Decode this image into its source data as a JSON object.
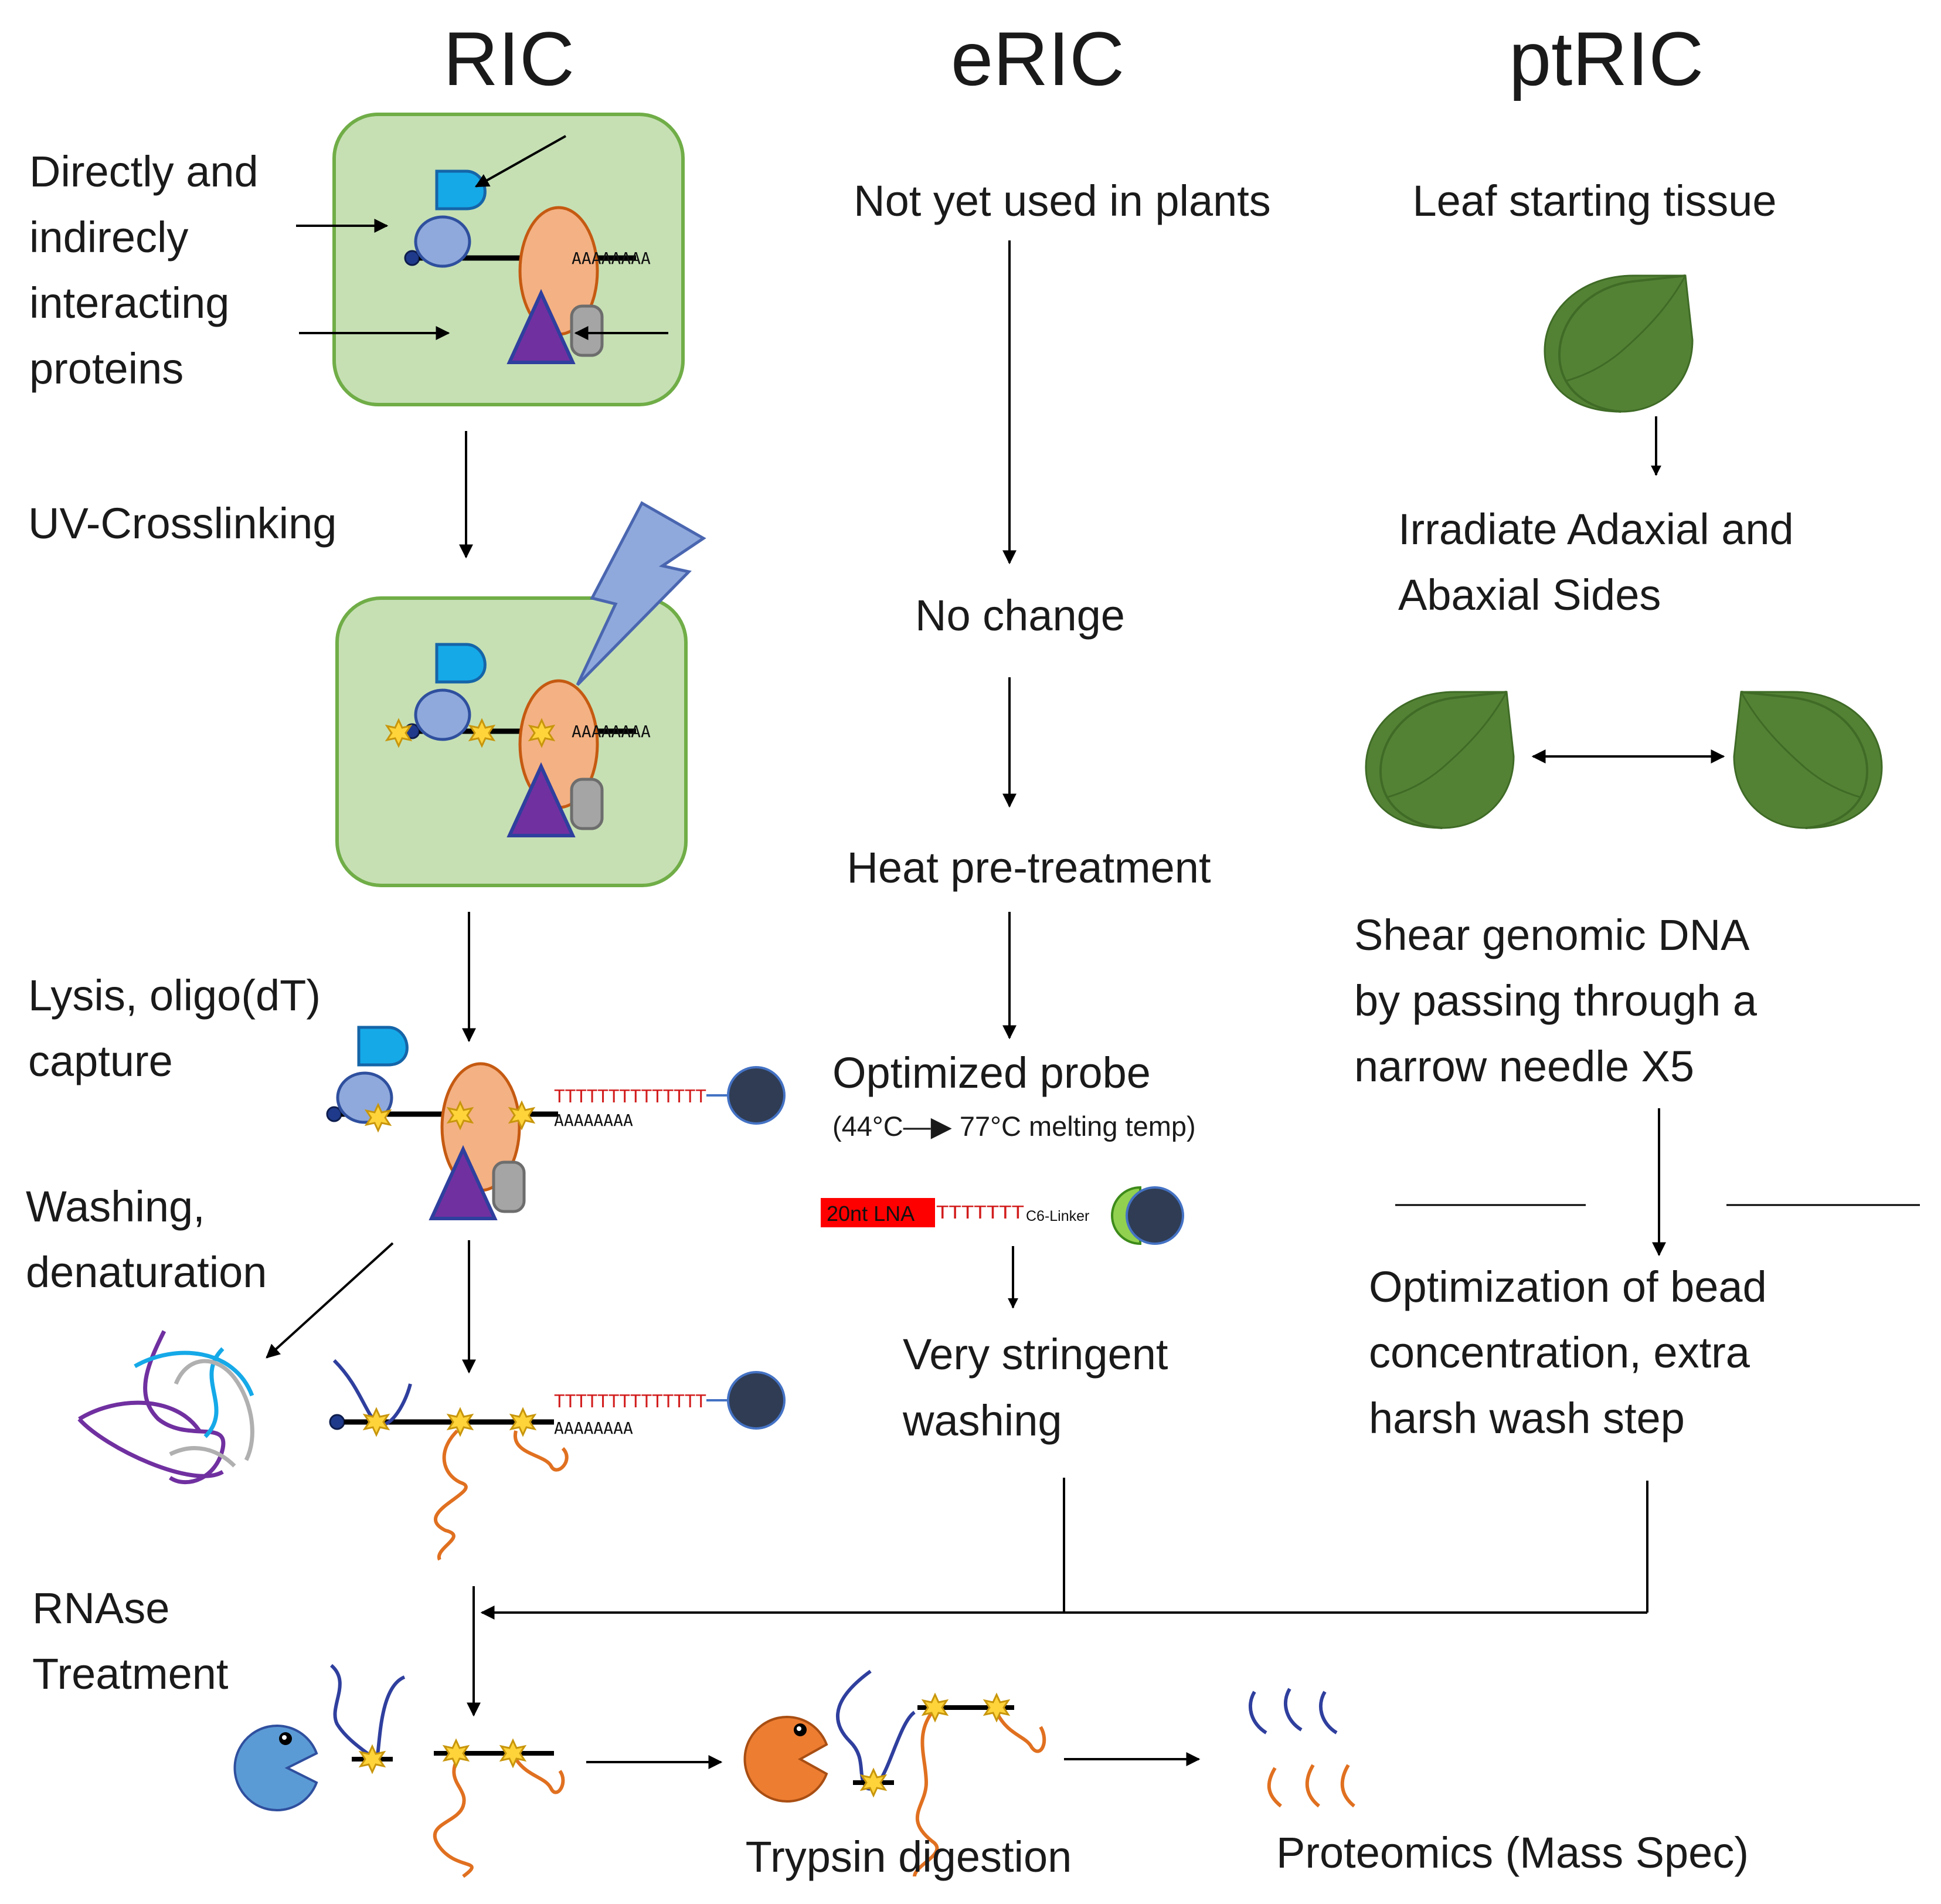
{
  "columns": {
    "ric": "RIC",
    "eric": "eRIC",
    "ptric": "ptRIC"
  },
  "ric": {
    "interacting": [
      "Directly and",
      "indirecly",
      "interacting",
      "proteins"
    ],
    "uv": "UV-Crosslinking",
    "lysis": [
      "Lysis, oligo(dT)",
      "capture"
    ],
    "washing": [
      "Washing,",
      "denaturation"
    ],
    "rnase": [
      "RNAse",
      "Treatment"
    ],
    "trypsin": "Trypsin digestion",
    "proteomics": "Proteomics (Mass Spec)"
  },
  "eric": {
    "not_used": "Not yet used in plants",
    "no_change": "No change",
    "heat": "Heat pre-treatment",
    "probe": "Optimized probe",
    "melting": "(44°C—▶ 77°C melting temp)",
    "lna": "20nt LNA",
    "linker": "C6-Linker",
    "stringent": [
      "Very stringent",
      "washing"
    ]
  },
  "ptric": {
    "leaf": "Leaf starting tissue",
    "irradiate": [
      "Irradiate Adaxial and",
      "Abaxial Sides"
    ],
    "shear": [
      "Shear genomic DNA",
      "by passing through a",
      "narrow needle X5"
    ],
    "optimization": [
      "Optimization of bead",
      "concentration, extra",
      "harsh wash step"
    ]
  },
  "glyphs": {
    "polyA": "AAAAAAAA",
    "oligoT": "TTTTTTTTTTTTTT",
    "probeT": "TTTTTTT"
  },
  "colors": {
    "cell_fill": "#c6e0b4",
    "cell_stroke": "#70ad47",
    "protein_cyan": "#15a9e8",
    "protein_blue": "#8fa9dc",
    "protein_orange": "#f4b183",
    "triangle": "#7030a0",
    "gray": "#a5a5a5",
    "star": "#ffd43b",
    "bead": "#2f3c53",
    "leaf": "#548235",
    "lna": "#ff0000",
    "bead_green": "#92d050",
    "pacman_blue": "#5b9bd5",
    "pacman_orange": "#ed7d31",
    "peptide_orange": "#e07020",
    "rna_blue": "#2f3f9e"
  },
  "icons": [
    "lightning-icon",
    "leaf-icon",
    "bead-icon",
    "pacman-rnase-icon",
    "pacman-trypsin-icon",
    "crosslink-star-icon"
  ]
}
